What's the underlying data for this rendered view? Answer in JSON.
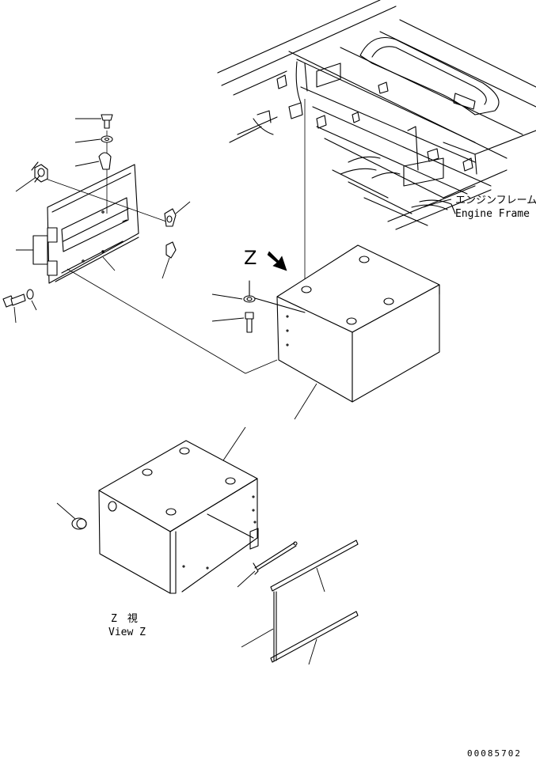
{
  "labels": {
    "engine_frame_jp": "エンジンフレーム",
    "engine_frame_en": "Engine Frame",
    "view_z_mark": "Z",
    "view_z_jp": "Z　視",
    "view_z_en": "View Z",
    "drawing_number": "00085702"
  }
}
